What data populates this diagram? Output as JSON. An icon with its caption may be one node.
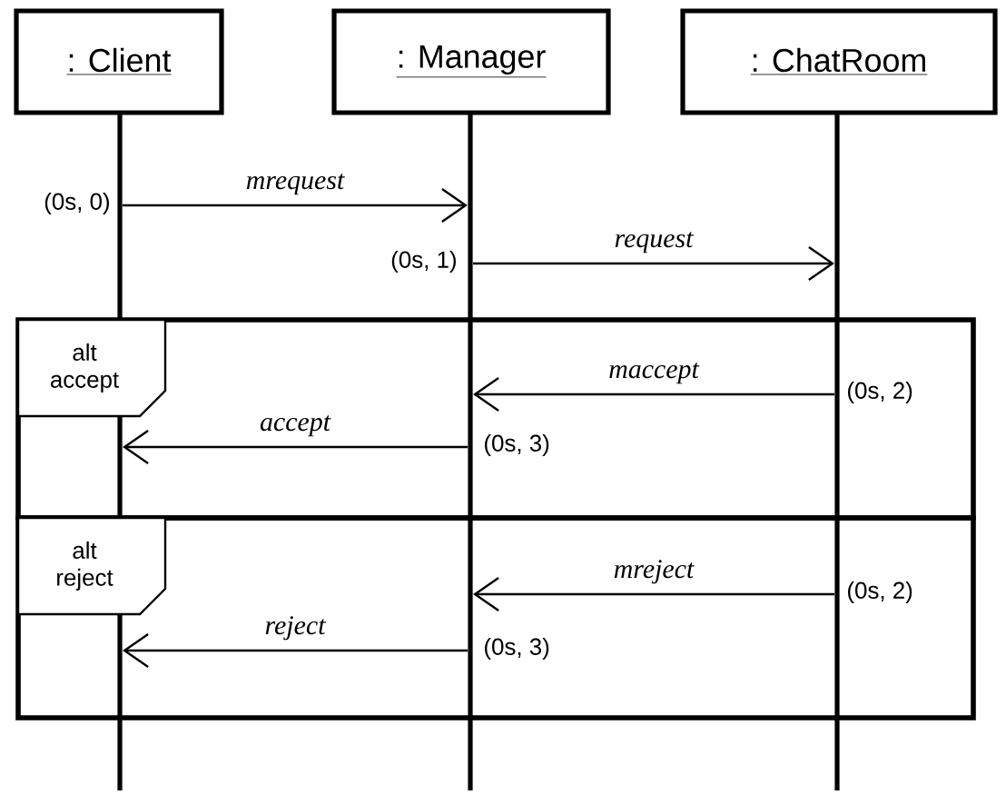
{
  "diagram": {
    "nodes": [
      {
        "text": [
          ": Client"
        ]
      },
      {
        "text": [
          ": Manager"
        ]
      },
      {
        "text": [
          ": ChatRoom"
        ]
      },
      {
        "text": [],
        "shape": "bar"
      },
      {
        "text": [],
        "shape": "bar"
      },
      {
        "text": [],
        "shape": "bar"
      },
      {
        "text": [
          "alt accept"
        ]
      },
      {
        "text": [
          "alt reject"
        ]
      }
    ],
    "edges": [
      {
        "from": 3,
        "to": 4,
        "arrow": "to",
        "label": "mrequest"
      },
      {
        "from": 4,
        "to": 5,
        "arrow": "to",
        "label": "request"
      },
      {
        "from": 5,
        "to": 4,
        "arrow": "to",
        "label": "maccept"
      },
      {
        "from": 4,
        "to": 3,
        "arrow": "to",
        "label": "accept"
      },
      {
        "from": 5,
        "to": 4,
        "arrow": "to",
        "label": "mreject"
      },
      {
        "from": 4,
        "to": 3,
        "arrow": "to",
        "label": "reject"
      }
    ],
    "labels": [
      "(0s, 0)",
      "(0s, 1)",
      "(0s, 2)",
      "(0s, 3)",
      "(0s, 2)",
      "(0s, 3)"
    ]
  }
}
